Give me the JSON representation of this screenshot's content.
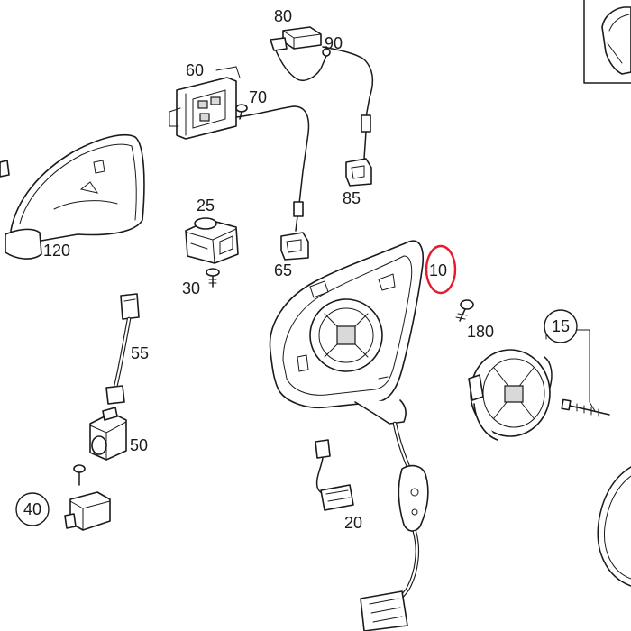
{
  "callouts": {
    "p10": "10",
    "p15": "15",
    "p20": "20",
    "p25": "25",
    "p30": "30",
    "p40": "40",
    "p50": "50",
    "p55": "55",
    "p60": "60",
    "p65": "65",
    "p70": "70",
    "p80": "80",
    "p85": "85",
    "p90": "90",
    "p120": "120",
    "p180": "180"
  },
  "highlighted_part": "10",
  "highlight_color": "#e8192c"
}
